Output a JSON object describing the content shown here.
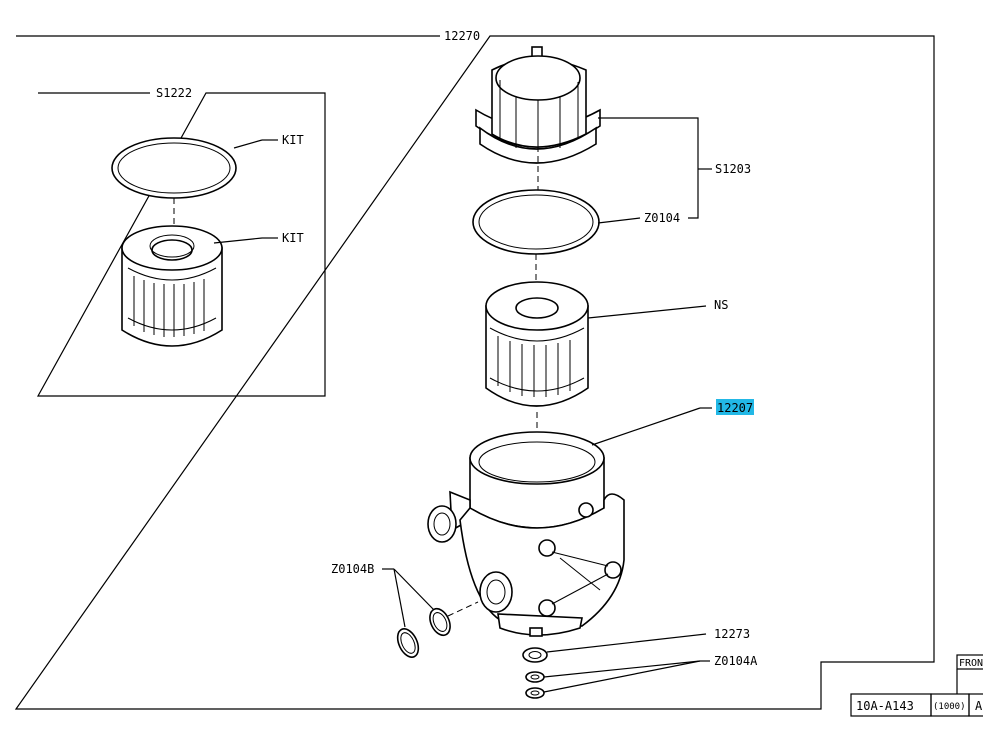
{
  "assembly": {
    "number": "12270"
  },
  "kit_box": {
    "number": "S1222",
    "labels": [
      "KIT",
      "KIT"
    ]
  },
  "callouts": {
    "s1203": "S1203",
    "z0104": "Z0104",
    "ns": "NS",
    "n12207": "12207",
    "z0104b": "Z0104B",
    "n12273": "12273",
    "z0104a": "Z0104A"
  },
  "highlight_color": "#22b8e6",
  "title_block": {
    "ref": "10A-A143",
    "code": "(1000)",
    "cut": "A",
    "front": "FRON"
  }
}
